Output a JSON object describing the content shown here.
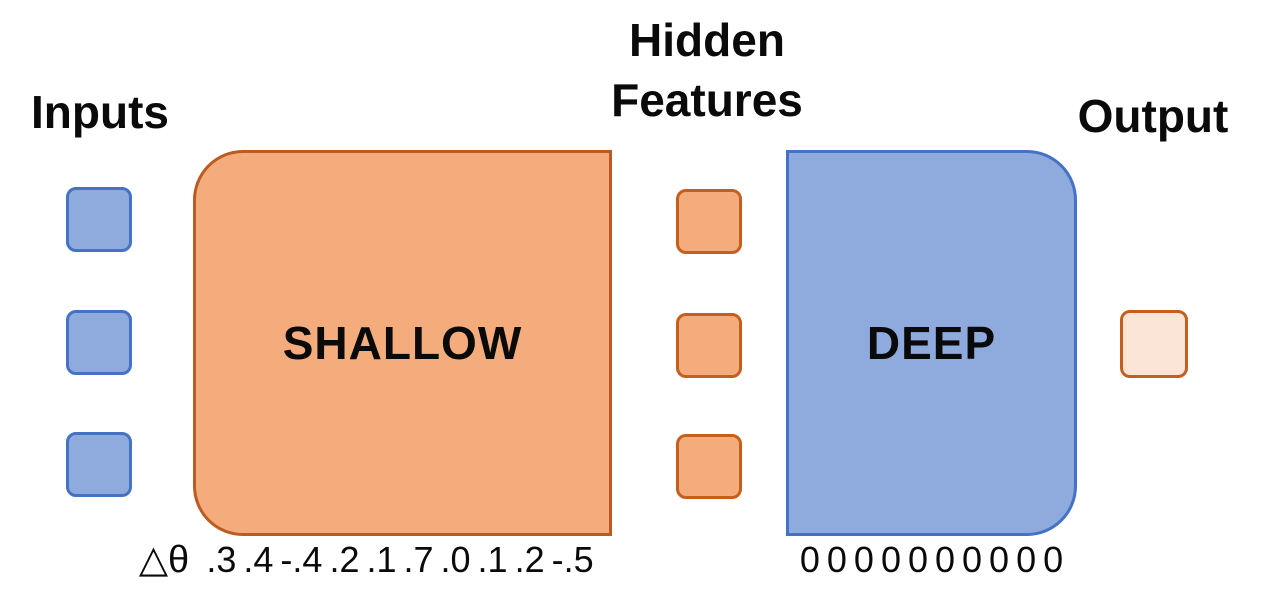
{
  "diagram": {
    "labels": {
      "inputs": "Inputs",
      "hidden_features": "Hidden\nFeatures",
      "output": "Output"
    },
    "shallow": {
      "label": "SHALLOW",
      "delta_theta_symbol": "△θ",
      "weight_values": [
        0.3,
        0.4,
        -0.4,
        0.2,
        0.1,
        0.7,
        0.0,
        0.1,
        0.2,
        -0.5
      ],
      "weight_values_text": ".3 .4 -.4 .2 .1 .7 .0 .1 .2 -.5"
    },
    "deep": {
      "label": "DEEP",
      "weight_values": [
        0,
        0,
        0,
        0,
        0,
        0,
        0,
        0,
        0,
        0
      ],
      "weight_values_text": "0 0 0 0 0 0 0 0 0 0"
    },
    "nodes": {
      "input_count": 3,
      "hidden_count": 3,
      "output_count": 1
    },
    "colors": {
      "input_fill": "#8FAADC",
      "input_border": "#4472C4",
      "hidden_fill": "#F4AC7D",
      "hidden_border": "#C55F1F",
      "shallow_fill": "#F4AC7D",
      "shallow_border": "#BC5B21",
      "deep_fill": "#8FAADC",
      "deep_border": "#4472C4",
      "output_fill": "#FBE5D6",
      "output_border": "#C55F1F",
      "text": "#0a0a0a"
    }
  }
}
